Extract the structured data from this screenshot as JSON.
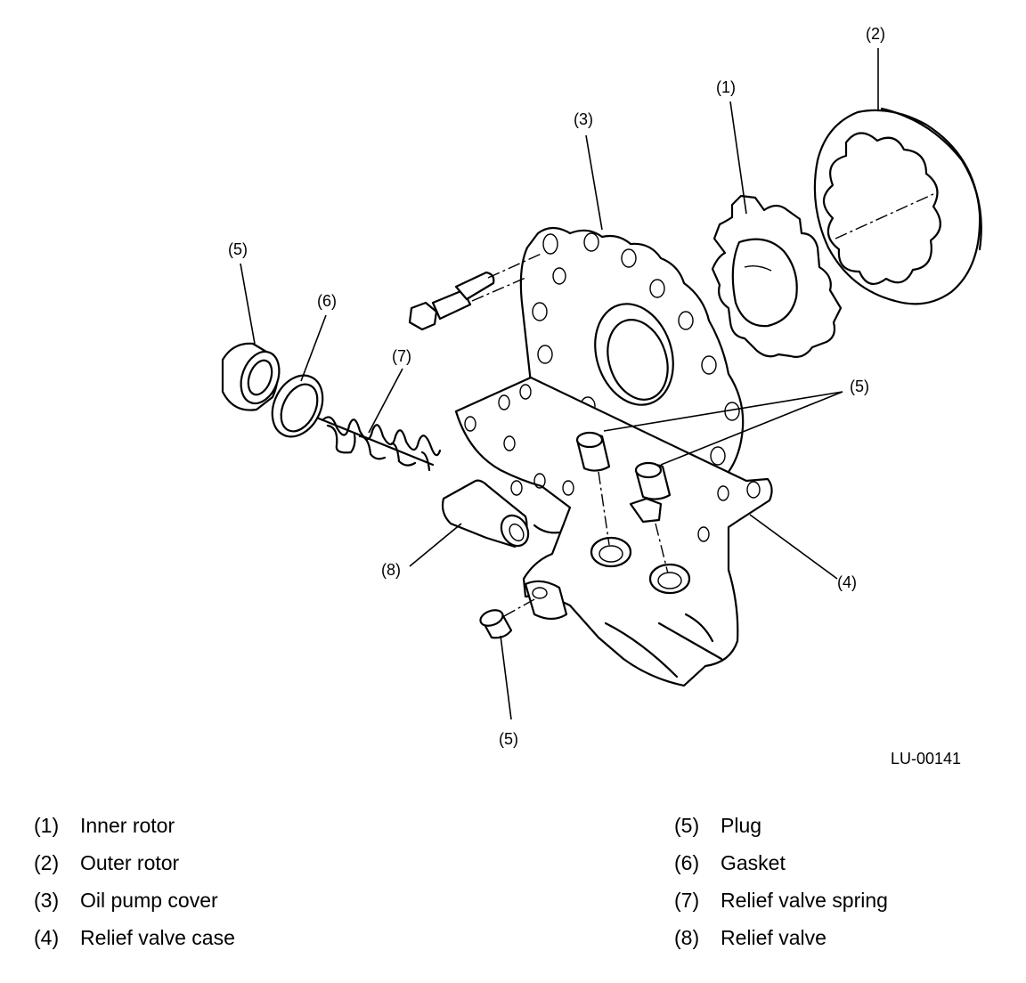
{
  "callouts": {
    "c1": "(1)",
    "c2": "(2)",
    "c3": "(3)",
    "c4": "(4)",
    "c5_top_left": "(5)",
    "c5_right": "(5)",
    "c5_bottom": "(5)",
    "c6": "(6)",
    "c7": "(7)",
    "c8": "(8)"
  },
  "figure_code": "LU-00141",
  "legend": {
    "left": [
      {
        "num": "(1)",
        "label": "Inner rotor"
      },
      {
        "num": "(2)",
        "label": "Outer rotor"
      },
      {
        "num": "(3)",
        "label": "Oil pump cover"
      },
      {
        "num": "(4)",
        "label": "Relief valve case"
      }
    ],
    "right": [
      {
        "num": "(5)",
        "label": "Plug"
      },
      {
        "num": "(6)",
        "label": "Gasket"
      },
      {
        "num": "(7)",
        "label": "Relief valve spring"
      },
      {
        "num": "(8)",
        "label": "Relief valve"
      }
    ]
  }
}
